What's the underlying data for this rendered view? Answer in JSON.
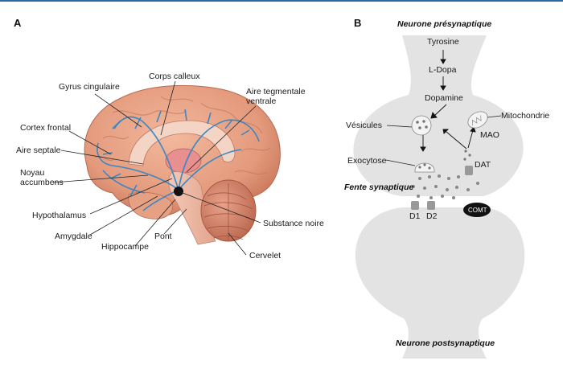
{
  "panel_a": {
    "letter": "A",
    "labels": {
      "corps_calleux": "Corps calleux",
      "gyrus_cingulaire": "Gyrus cingulaire",
      "aire_tegmentale_l1": "Aire tegmentale",
      "aire_tegmentale_l2": "ventrale",
      "cortex_frontal": "Cortex frontal",
      "aire_septale": "Aire septale",
      "noyau_l1": "Noyau",
      "noyau_l2": "accumbens",
      "hypothalamus": "Hypothalamus",
      "amygdale": "Amygdale",
      "pont": "Pont",
      "hippocampe": "Hippocampe",
      "substance_noire": "Substance noire",
      "cervelet": "Cervelet"
    }
  },
  "panel_b": {
    "letter": "B",
    "presynaptic_title": "Neurone présynaptique",
    "postsynaptic_title": "Neurone postsynaptique",
    "cleft_title": "Fente synaptique",
    "labels": {
      "tyrosine": "Tyrosine",
      "ldopa": "L-Dopa",
      "dopamine": "Dopamine",
      "vesicules": "Vésicules",
      "mitochondrie": "Mitochondrie",
      "mao": "MAO",
      "exocytose": "Exocytose",
      "dat": "DAT",
      "d1": "D1",
      "d2": "D2",
      "comt": "COMT"
    }
  },
  "colors": {
    "accent_line": "#2a6aa5",
    "brain": "#e9a184",
    "pathway": "#3b87c4",
    "neuron": "#e3e3e3"
  }
}
